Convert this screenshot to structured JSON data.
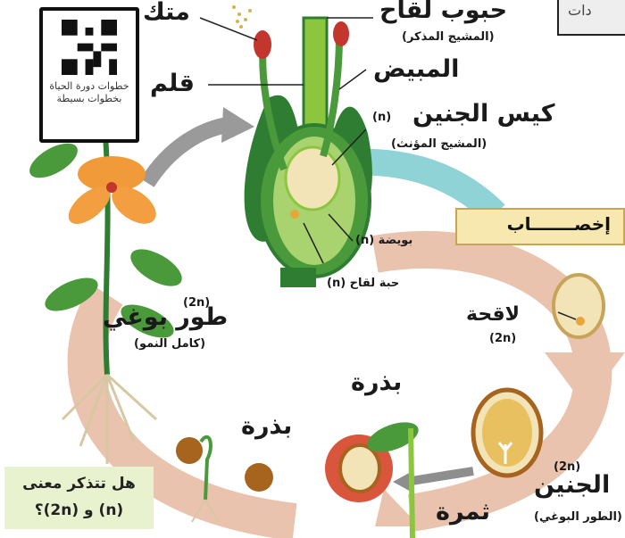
{
  "top_box_text": "دات",
  "qr": {
    "caption": "خطوات دورة الحياة بخطوات بسيطة"
  },
  "labels": {
    "anther": "متك",
    "pollen": "حبوب لقاح",
    "pollen_sub": "(المشيج المذكر)",
    "ovary": "المبيض",
    "style": "قلم",
    "embryo_sac": "كيس الجنين",
    "embryo_sac_n": "(n)",
    "embryo_sac_sub": "(المشيج المؤنث)",
    "egg": "بويضة (n)",
    "pollen_grain": "حبة لقاح (n)",
    "fertilization": "إخصـــــــاب",
    "zygote": "لاقحة",
    "zygote_sub": "(2n)",
    "sporophyte": "طور بوغي",
    "sporophyte_2n": "(2n)",
    "sporophyte_sub": "(كامل النمو)",
    "seed_center": "بذرة",
    "seed_top": "بذرة",
    "embryo": "الجنين",
    "embryo_2n": "(2n)",
    "embryo_sub": "(الطور البوغي)",
    "fruit": "ثمرة"
  },
  "note": {
    "line1": "هل تتذكر معنى",
    "line2": "(n) و (2n)؟"
  },
  "colors": {
    "cycle_arrow": "#e9c3ae",
    "green_dark": "#2f7d32",
    "green_light": "#8cc63f",
    "ovule_fill": "#f3e4b8",
    "seed_brown": "#a7641e",
    "fruit_red": "#d9553b",
    "teal_band": "#8fd3d6"
  }
}
